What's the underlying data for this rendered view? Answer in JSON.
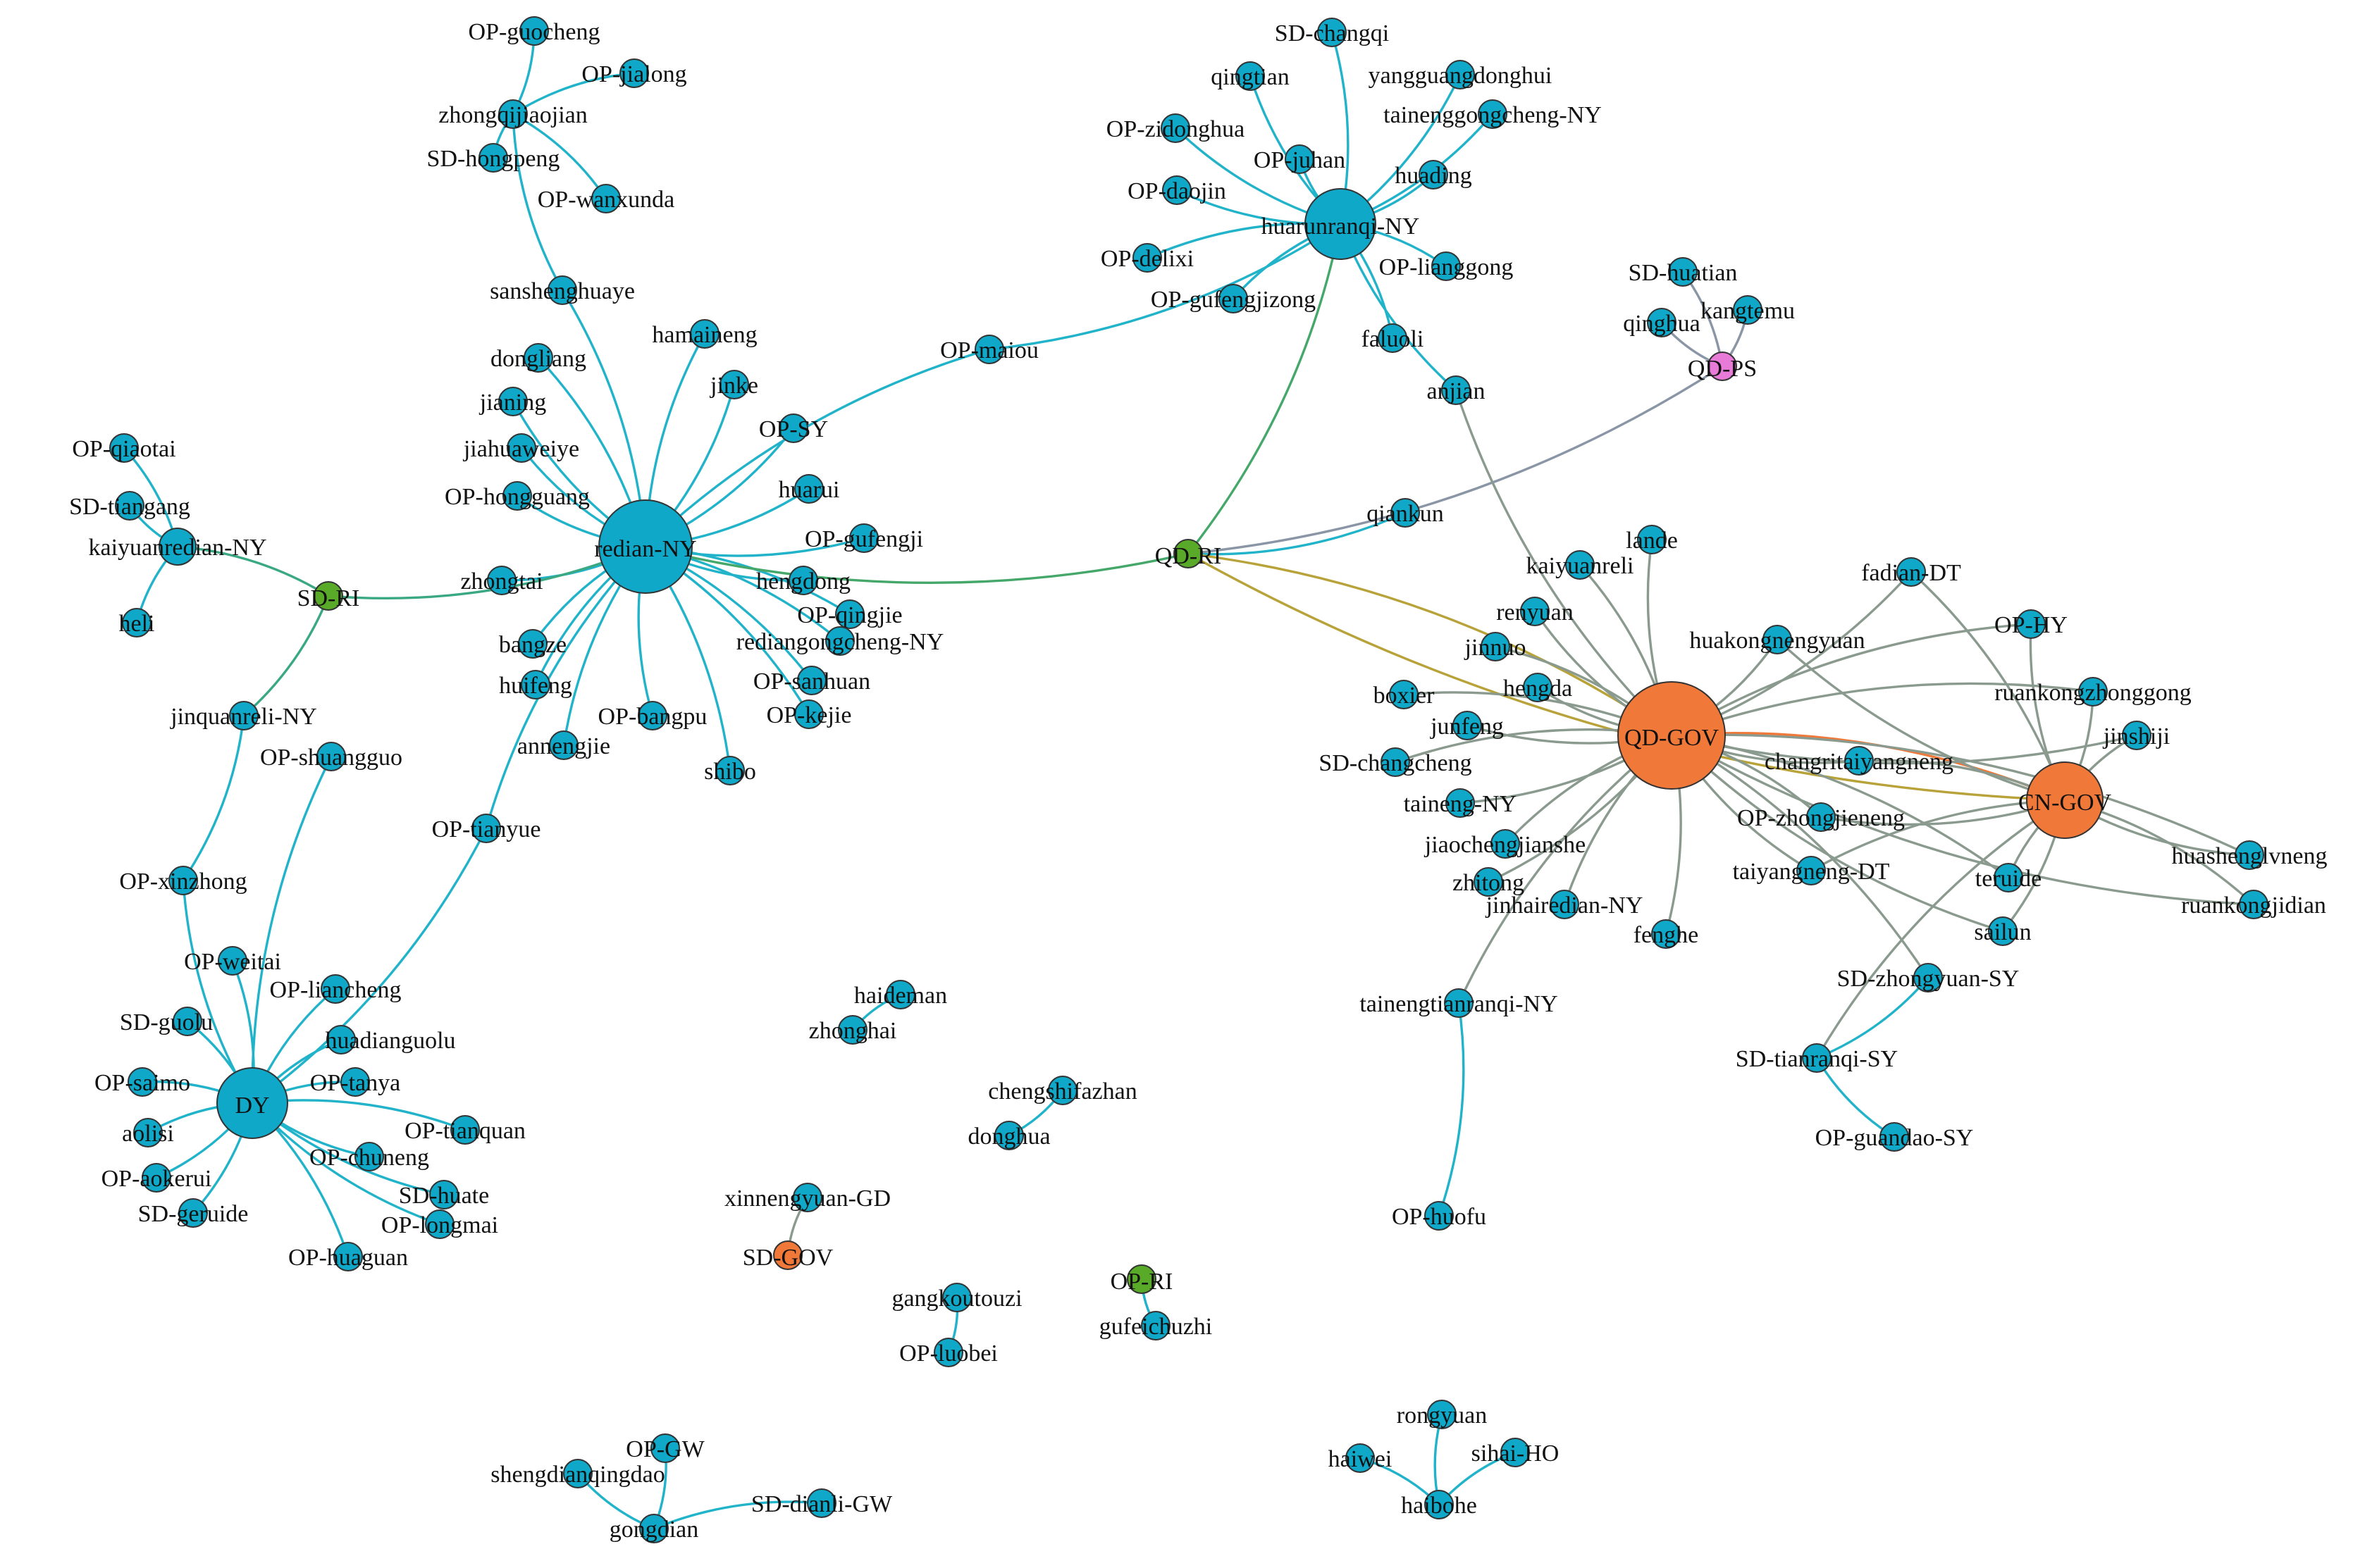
{
  "colors": {
    "industry": "#10a8c8",
    "research": "#5aaa2a",
    "government": "#f07838",
    "service": "#e87ad8",
    "edge_default": "#21b3c9",
    "edge_gov": "#8a9a8e",
    "edge_ri": "#3aa882",
    "edge_ps": "#8a96a6",
    "edge_gold": "#b8a23a",
    "edge_orange": "#f07838",
    "edge_green": "#45a86a"
  },
  "nodes": [
    {
      "id": "redian",
      "label": "redian-NY",
      "type": "industry",
      "size": "xl"
    },
    {
      "id": "huarun",
      "label": "huarunranqi-NY",
      "type": "industry",
      "size": "l"
    },
    {
      "id": "qdgov",
      "label": "QD-GOV",
      "type": "government",
      "size": "xxl"
    },
    {
      "id": "cngov",
      "label": "CN-GOV",
      "type": "government",
      "size": "lg"
    },
    {
      "id": "dy",
      "label": "DY",
      "type": "industry",
      "size": "l"
    },
    {
      "id": "qdri",
      "label": "QD-RI",
      "type": "research",
      "size": "s"
    },
    {
      "id": "sdri",
      "label": "SD-RI",
      "type": "research",
      "size": "s"
    },
    {
      "id": "qdps",
      "label": "QD-PS",
      "type": "service",
      "size": "s"
    },
    {
      "id": "opri",
      "label": "OP-RI",
      "type": "research",
      "size": "s"
    },
    {
      "id": "sdgov",
      "label": "SD-GOV",
      "type": "government",
      "size": "s"
    },
    {
      "id": "opguocheng",
      "label": "OP-guocheng",
      "type": "industry",
      "size": "s"
    },
    {
      "id": "opjialong",
      "label": "OP-jialong",
      "type": "industry",
      "size": "s"
    },
    {
      "id": "zhongqi",
      "label": "zhongqijiaojian",
      "type": "industry",
      "size": "s"
    },
    {
      "id": "sdhongpeng",
      "label": "SD-hongpeng",
      "type": "industry",
      "size": "s"
    },
    {
      "id": "opwanxunda",
      "label": "OP-wanxunda",
      "type": "industry",
      "size": "s"
    },
    {
      "id": "sansheng",
      "label": "sanshenghuaye",
      "type": "industry",
      "size": "s"
    },
    {
      "id": "dongliang",
      "label": "dongliang",
      "type": "industry",
      "size": "s"
    },
    {
      "id": "hamaineng",
      "label": "hamaineng",
      "type": "industry",
      "size": "s"
    },
    {
      "id": "jinke",
      "label": "jinke",
      "type": "industry",
      "size": "s"
    },
    {
      "id": "jianing",
      "label": "jianing",
      "type": "industry",
      "size": "s"
    },
    {
      "id": "opsy",
      "label": "OP-SY",
      "type": "industry",
      "size": "s"
    },
    {
      "id": "jiahua",
      "label": "jiahuaweiye",
      "type": "industry",
      "size": "s"
    },
    {
      "id": "huarui",
      "label": "huarui",
      "type": "industry",
      "size": "s"
    },
    {
      "id": "ophongguang",
      "label": "OP-hongguang",
      "type": "industry",
      "size": "s"
    },
    {
      "id": "opgufengji",
      "label": "OP-gufengji",
      "type": "industry",
      "size": "s"
    },
    {
      "id": "zhongtai",
      "label": "zhongtai",
      "type": "industry",
      "size": "s"
    },
    {
      "id": "hengdong",
      "label": "hengdong",
      "type": "industry",
      "size": "s"
    },
    {
      "id": "opqingjie",
      "label": "OP-qingjie",
      "type": "industry",
      "size": "s"
    },
    {
      "id": "bangze",
      "label": "bangze",
      "type": "industry",
      "size": "s"
    },
    {
      "id": "rediangc",
      "label": "rediangongcheng-NY",
      "type": "industry",
      "size": "s"
    },
    {
      "id": "huifeng",
      "label": "huifeng",
      "type": "industry",
      "size": "s"
    },
    {
      "id": "opsanhuan",
      "label": "OP-sanhuan",
      "type": "industry",
      "size": "s"
    },
    {
      "id": "opbangpu",
      "label": "OP-bangpu",
      "type": "industry",
      "size": "s"
    },
    {
      "id": "opkejie",
      "label": "OP-kejie",
      "type": "industry",
      "size": "s"
    },
    {
      "id": "annengjie",
      "label": "annengjie",
      "type": "industry",
      "size": "s"
    },
    {
      "id": "shibo",
      "label": "shibo",
      "type": "industry",
      "size": "s"
    },
    {
      "id": "optianyue",
      "label": "OP-tianyue",
      "type": "industry",
      "size": "s"
    },
    {
      "id": "opmaiou",
      "label": "OP-maiou",
      "type": "industry",
      "size": "s"
    },
    {
      "id": "opqiaotai",
      "label": "OP-qiaotai",
      "type": "industry",
      "size": "s"
    },
    {
      "id": "sdtiangang",
      "label": "SD-tiangang",
      "type": "industry",
      "size": "s"
    },
    {
      "id": "kaiyuan",
      "label": "kaiyuanredian-NY",
      "type": "industry",
      "size": "m"
    },
    {
      "id": "heli",
      "label": "heli",
      "type": "industry",
      "size": "s"
    },
    {
      "id": "jinquan",
      "label": "jinquanreli-NY",
      "type": "industry",
      "size": "s"
    },
    {
      "id": "opshuangguo",
      "label": "OP-shuangguo",
      "type": "industry",
      "size": "s"
    },
    {
      "id": "opxinzhong",
      "label": "OP-xinzhong",
      "type": "industry",
      "size": "s"
    },
    {
      "id": "opweitai",
      "label": "OP-weitai",
      "type": "industry",
      "size": "s"
    },
    {
      "id": "opliancheng",
      "label": "OP-liancheng",
      "type": "industry",
      "size": "s"
    },
    {
      "id": "sdguolu",
      "label": "SD-guolu",
      "type": "industry",
      "size": "s"
    },
    {
      "id": "huadian",
      "label": "huadianguolu",
      "type": "industry",
      "size": "s"
    },
    {
      "id": "opsaimo",
      "label": "OP-saimo",
      "type": "industry",
      "size": "s"
    },
    {
      "id": "optanya",
      "label": "OP-tanya",
      "type": "industry",
      "size": "s"
    },
    {
      "id": "aolisi",
      "label": "aolisi",
      "type": "industry",
      "size": "s"
    },
    {
      "id": "optianquan",
      "label": "OP-tianquan",
      "type": "industry",
      "size": "s"
    },
    {
      "id": "opchuneng",
      "label": "OP-chuneng",
      "type": "industry",
      "size": "s"
    },
    {
      "id": "opaokerui",
      "label": "OP-aokerui",
      "type": "industry",
      "size": "s"
    },
    {
      "id": "sdhuate",
      "label": "SD-huate",
      "type": "industry",
      "size": "s"
    },
    {
      "id": "sdgeruide",
      "label": "SD-geruide",
      "type": "industry",
      "size": "s"
    },
    {
      "id": "oplongmai",
      "label": "OP-longmai",
      "type": "industry",
      "size": "s"
    },
    {
      "id": "ophuaguan",
      "label": "OP-huaguan",
      "type": "industry",
      "size": "s"
    },
    {
      "id": "sdchangqi",
      "label": "SD-changqi",
      "type": "industry",
      "size": "s"
    },
    {
      "id": "qingtian",
      "label": "qingtian",
      "type": "industry",
      "size": "s"
    },
    {
      "id": "yangguang",
      "label": "yangguangdonghui",
      "type": "industry",
      "size": "s"
    },
    {
      "id": "opzidonghua",
      "label": "OP-zidonghua",
      "type": "industry",
      "size": "s"
    },
    {
      "id": "tainenggc",
      "label": "tainenggongcheng-NY",
      "type": "industry",
      "size": "s"
    },
    {
      "id": "opjuhan",
      "label": "OP-juhan",
      "type": "industry",
      "size": "s"
    },
    {
      "id": "huading",
      "label": "huading",
      "type": "industry",
      "size": "s"
    },
    {
      "id": "opdaojin",
      "label": "OP-daojin",
      "type": "industry",
      "size": "s"
    },
    {
      "id": "opdelixi",
      "label": "OP-delixi",
      "type": "industry",
      "size": "s"
    },
    {
      "id": "opliangong",
      "label": "OP-lianggong",
      "type": "industry",
      "size": "s"
    },
    {
      "id": "opgufengjizong",
      "label": "OP-gufengjizong",
      "type": "industry",
      "size": "s"
    },
    {
      "id": "faluoli",
      "label": "faluoli",
      "type": "industry",
      "size": "s"
    },
    {
      "id": "anjian",
      "label": "anjian",
      "type": "industry",
      "size": "s"
    },
    {
      "id": "sdhuatian",
      "label": "SD-huatian",
      "type": "industry",
      "size": "s"
    },
    {
      "id": "qinghua",
      "label": "qinghua",
      "type": "industry",
      "size": "s"
    },
    {
      "id": "kangtemu",
      "label": "kangtemu",
      "type": "industry",
      "size": "s"
    },
    {
      "id": "qiankun",
      "label": "qiankun",
      "type": "industry",
      "size": "s"
    },
    {
      "id": "lande",
      "label": "lande",
      "type": "industry",
      "size": "s"
    },
    {
      "id": "kaiyuanreli",
      "label": "kaiyuanreli",
      "type": "industry",
      "size": "s"
    },
    {
      "id": "renyuan",
      "label": "renyuan",
      "type": "industry",
      "size": "s"
    },
    {
      "id": "fadiandt",
      "label": "fadian-DT",
      "type": "industry",
      "size": "s"
    },
    {
      "id": "ophy",
      "label": "OP-HY",
      "type": "industry",
      "size": "s"
    },
    {
      "id": "jinnuo",
      "label": "jinnuo",
      "type": "industry",
      "size": "s"
    },
    {
      "id": "huakong",
      "label": "huakongnengyuan",
      "type": "industry",
      "size": "s"
    },
    {
      "id": "hengda",
      "label": "hengda",
      "type": "industry",
      "size": "s"
    },
    {
      "id": "ruankongzg",
      "label": "ruankongzhonggong",
      "type": "industry",
      "size": "s"
    },
    {
      "id": "boxier",
      "label": "boxier",
      "type": "industry",
      "size": "s"
    },
    {
      "id": "jinshiji",
      "label": "jinshiji",
      "type": "industry",
      "size": "s"
    },
    {
      "id": "junfeng",
      "label": "junfeng",
      "type": "industry",
      "size": "s"
    },
    {
      "id": "changri",
      "label": "changritaiyangneng",
      "type": "industry",
      "size": "s"
    },
    {
      "id": "sdchangcheng",
      "label": "SD-changcheng",
      "type": "industry",
      "size": "s"
    },
    {
      "id": "taineng",
      "label": "taineng-NY",
      "type": "industry",
      "size": "s"
    },
    {
      "id": "opzhongjie",
      "label": "OP-zhongjieneng",
      "type": "industry",
      "size": "s"
    },
    {
      "id": "jiaocheng",
      "label": "jiaochengjianshe",
      "type": "industry",
      "size": "s"
    },
    {
      "id": "huasheng",
      "label": "huashenglvneng",
      "type": "industry",
      "size": "s"
    },
    {
      "id": "taiyangdt",
      "label": "taiyangneng-DT",
      "type": "industry",
      "size": "s"
    },
    {
      "id": "teruide",
      "label": "teruide",
      "type": "industry",
      "size": "s"
    },
    {
      "id": "zhitong",
      "label": "zhitong",
      "type": "industry",
      "size": "s"
    },
    {
      "id": "ruankongjd",
      "label": "ruankongjidian",
      "type": "industry",
      "size": "s"
    },
    {
      "id": "jinhai",
      "label": "jinhairedian-NY",
      "type": "industry",
      "size": "s"
    },
    {
      "id": "fenghe",
      "label": "fenghe",
      "type": "industry",
      "size": "s"
    },
    {
      "id": "sailun",
      "label": "sailun",
      "type": "industry",
      "size": "s"
    },
    {
      "id": "sdzhongyuan",
      "label": "SD-zhongyuan-SY",
      "type": "industry",
      "size": "s"
    },
    {
      "id": "tainengtr",
      "label": "tainengtianranqi-NY",
      "type": "industry",
      "size": "s"
    },
    {
      "id": "sdtianranqi",
      "label": "SD-tianranqi-SY",
      "type": "industry",
      "size": "s"
    },
    {
      "id": "opguandao",
      "label": "OP-guandao-SY",
      "type": "industry",
      "size": "s"
    },
    {
      "id": "ophuofu",
      "label": "OP-huofu",
      "type": "industry",
      "size": "s"
    },
    {
      "id": "haideman",
      "label": "haideman",
      "type": "industry",
      "size": "s"
    },
    {
      "id": "zhonghai",
      "label": "zhonghai",
      "type": "industry",
      "size": "s"
    },
    {
      "id": "chengshi",
      "label": "chengshifazhan",
      "type": "industry",
      "size": "s"
    },
    {
      "id": "donghua",
      "label": "donghua",
      "type": "industry",
      "size": "s"
    },
    {
      "id": "xinnengyuan",
      "label": "xinnengyuan-GD",
      "type": "industry",
      "size": "s"
    },
    {
      "id": "gangkou",
      "label": "gangkoutouzi",
      "type": "industry",
      "size": "s"
    },
    {
      "id": "opluobei",
      "label": "OP-luobei",
      "type": "industry",
      "size": "s"
    },
    {
      "id": "gufei",
      "label": "gufeichuzhi",
      "type": "industry",
      "size": "s"
    },
    {
      "id": "opgw",
      "label": "OP-GW",
      "type": "industry",
      "size": "s"
    },
    {
      "id": "shengdian",
      "label": "shengdianqingdao",
      "type": "industry",
      "size": "s"
    },
    {
      "id": "sddianli",
      "label": "SD-dianli-GW",
      "type": "industry",
      "size": "s"
    },
    {
      "id": "gongdian",
      "label": "gongdian",
      "type": "industry",
      "size": "s"
    },
    {
      "id": "rongyuan",
      "label": "rongyuan",
      "type": "industry",
      "size": "s"
    },
    {
      "id": "haiwei",
      "label": "haiwei",
      "type": "industry",
      "size": "s"
    },
    {
      "id": "sihai",
      "label": "sihai-HO",
      "type": "industry",
      "size": "s"
    },
    {
      "id": "haibohe",
      "label": "haibohe",
      "type": "industry",
      "size": "s"
    }
  ],
  "edges": [
    [
      "redian",
      "dongliang"
    ],
    [
      "redian",
      "hamaineng"
    ],
    [
      "redian",
      "jinke"
    ],
    [
      "redian",
      "jianing"
    ],
    [
      "redian",
      "opsy"
    ],
    [
      "redian",
      "jiahua"
    ],
    [
      "redian",
      "huarui"
    ],
    [
      "redian",
      "ophongguang"
    ],
    [
      "redian",
      "opgufengji"
    ],
    [
      "redian",
      "zhongtai"
    ],
    [
      "redian",
      "hengdong"
    ],
    [
      "redian",
      "opqingjie"
    ],
    [
      "redian",
      "bangze"
    ],
    [
      "redian",
      "rediangc"
    ],
    [
      "redian",
      "huifeng"
    ],
    [
      "redian",
      "opsanhuan"
    ],
    [
      "redian",
      "opbangpu"
    ],
    [
      "redian",
      "opkejie"
    ],
    [
      "redian",
      "annengjie"
    ],
    [
      "redian",
      "shibo"
    ],
    [
      "redian",
      "sansheng"
    ],
    [
      "redian",
      "opmaiou"
    ],
    [
      "redian",
      "optianyue"
    ],
    [
      "redian",
      "sdri"
    ],
    [
      "redian",
      "qdri"
    ],
    [
      "sansheng",
      "zhongqi"
    ],
    [
      "zhongqi",
      "opguocheng"
    ],
    [
      "zhongqi",
      "opjialong"
    ],
    [
      "zhongqi",
      "sdhongpeng"
    ],
    [
      "zhongqi",
      "opwanxunda"
    ],
    [
      "opmaiou",
      "huarun"
    ],
    [
      "optianyue",
      "dy"
    ],
    [
      "sdri",
      "kaiyuan"
    ],
    [
      "sdri",
      "jinquan"
    ],
    [
      "kaiyuan",
      "opqiaotai"
    ],
    [
      "kaiyuan",
      "sdtiangang"
    ],
    [
      "kaiyuan",
      "heli"
    ],
    [
      "jinquan",
      "opxinzhong"
    ],
    [
      "opxinzhong",
      "dy"
    ],
    [
      "dy",
      "opshuangguo"
    ],
    [
      "dy",
      "opweitai"
    ],
    [
      "dy",
      "opliancheng"
    ],
    [
      "dy",
      "sdguolu"
    ],
    [
      "dy",
      "huadian"
    ],
    [
      "dy",
      "opsaimo"
    ],
    [
      "dy",
      "optanya"
    ],
    [
      "dy",
      "aolisi"
    ],
    [
      "dy",
      "optianquan"
    ],
    [
      "dy",
      "opchuneng"
    ],
    [
      "dy",
      "opaokerui"
    ],
    [
      "dy",
      "sdhuate"
    ],
    [
      "dy",
      "sdgeruide"
    ],
    [
      "dy",
      "oplongmai"
    ],
    [
      "dy",
      "ophuaguan"
    ],
    [
      "huarun",
      "sdchangqi"
    ],
    [
      "huarun",
      "qingtian"
    ],
    [
      "huarun",
      "yangguang"
    ],
    [
      "huarun",
      "opzidonghua"
    ],
    [
      "huarun",
      "tainenggc"
    ],
    [
      "huarun",
      "opjuhan"
    ],
    [
      "huarun",
      "huading"
    ],
    [
      "huarun",
      "opdaojin"
    ],
    [
      "huarun",
      "opdelixi"
    ],
    [
      "huarun",
      "opliangong"
    ],
    [
      "huarun",
      "opgufengjizong"
    ],
    [
      "huarun",
      "faluoli"
    ],
    [
      "huarun",
      "anjian"
    ],
    [
      "huarun",
      "qdri"
    ],
    [
      "qdps",
      "sdhuatian"
    ],
    [
      "qdps",
      "qinghua"
    ],
    [
      "qdps",
      "kangtemu"
    ],
    [
      "qdps",
      "qdri"
    ],
    [
      "qdri",
      "qiankun"
    ],
    [
      "qdri",
      "qdgov"
    ],
    [
      "qdri",
      "cngov"
    ],
    [
      "qdgov",
      "lande"
    ],
    [
      "qdgov",
      "kaiyuanreli"
    ],
    [
      "qdgov",
      "renyuan"
    ],
    [
      "qdgov",
      "jinnuo"
    ],
    [
      "qdgov",
      "hengda"
    ],
    [
      "qdgov",
      "boxier"
    ],
    [
      "qdgov",
      "junfeng"
    ],
    [
      "qdgov",
      "sdchangcheng"
    ],
    [
      "qdgov",
      "taineng"
    ],
    [
      "qdgov",
      "jiaocheng"
    ],
    [
      "qdgov",
      "zhitong"
    ],
    [
      "qdgov",
      "jinhai"
    ],
    [
      "qdgov",
      "fenghe"
    ],
    [
      "qdgov",
      "tainengtr"
    ],
    [
      "qdgov",
      "anjian"
    ],
    [
      "qdgov",
      "fadiandt"
    ],
    [
      "qdgov",
      "ophy"
    ],
    [
      "qdgov",
      "huakong"
    ],
    [
      "qdgov",
      "ruankongzg"
    ],
    [
      "qdgov",
      "changri"
    ],
    [
      "qdgov",
      "opzhongjie"
    ],
    [
      "qdgov",
      "taiyangdt"
    ],
    [
      "qdgov",
      "cngov"
    ],
    [
      "qdgov",
      "jinshiji"
    ],
    [
      "qdgov",
      "huasheng"
    ],
    [
      "qdgov",
      "ruankongjd"
    ],
    [
      "qdgov",
      "teruide"
    ],
    [
      "qdgov",
      "sailun"
    ],
    [
      "qdgov",
      "sdzhongyuan"
    ],
    [
      "cngov",
      "fadiandt"
    ],
    [
      "cngov",
      "ophy"
    ],
    [
      "cngov",
      "ruankongzg"
    ],
    [
      "cngov",
      "jinshiji"
    ],
    [
      "cngov",
      "huasheng"
    ],
    [
      "cngov",
      "ruankongjd"
    ],
    [
      "cngov",
      "changri"
    ],
    [
      "cngov",
      "huakong"
    ],
    [
      "cngov",
      "teruide"
    ],
    [
      "cngov",
      "sailun"
    ],
    [
      "cngov",
      "taiyangdt"
    ],
    [
      "cngov",
      "opzhongjie"
    ],
    [
      "cngov",
      "sdtianranqi"
    ],
    [
      "sdzhongyuan",
      "sdtianranqi"
    ],
    [
      "sdtianranqi",
      "opguandao"
    ],
    [
      "tainengtr",
      "ophuofu"
    ],
    [
      "haideman",
      "zhonghai"
    ],
    [
      "chengshi",
      "donghua"
    ],
    [
      "xinnengyuan",
      "sdgov"
    ],
    [
      "gangkou",
      "opluobei"
    ],
    [
      "opri",
      "gufei"
    ],
    [
      "opgw",
      "gongdian"
    ],
    [
      "shengdian",
      "gongdian"
    ],
    [
      "gongdian",
      "sddianli"
    ],
    [
      "rongyuan",
      "haibohe"
    ],
    [
      "haiwei",
      "haibohe"
    ],
    [
      "sihai",
      "haibohe"
    ]
  ]
}
